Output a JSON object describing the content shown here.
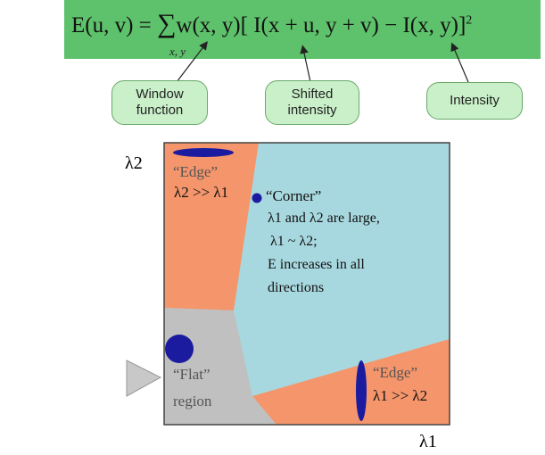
{
  "formula": {
    "lhs": "E(u, v) = ",
    "sum": "∑",
    "sum_sub": "x, y",
    "rhs": "w(x, y)[ I(x + u, y + v) − I(x, y)]",
    "power": "2"
  },
  "callouts": {
    "window": "Window function",
    "shifted": "Shifted intensity",
    "intensity": "Intensity"
  },
  "axes": {
    "y_label": "λ2",
    "x_label": "λ1"
  },
  "regions": {
    "edge_top": {
      "title": "“Edge”",
      "relation": "λ2 >> λ1",
      "color": "#f4956b"
    },
    "corner": {
      "title": "“Corner”",
      "line1": "λ1 and λ2 are large,",
      "line2": "λ1 ~ λ2;",
      "line3": "E increases in all",
      "line4": "directions",
      "color": "#a8d8df"
    },
    "flat": {
      "title": "“Flat”",
      "line2": "region",
      "color": "#c0c0c0"
    },
    "edge_bottom": {
      "title": "“Edge”",
      "relation": "λ1 >> λ2",
      "color": "#f4956b"
    }
  },
  "colors": {
    "banner": "#5ec16b",
    "bubble": "#c9f0c8",
    "ellipse": "#1b1ba0",
    "arrow": "#c8c8c8"
  }
}
